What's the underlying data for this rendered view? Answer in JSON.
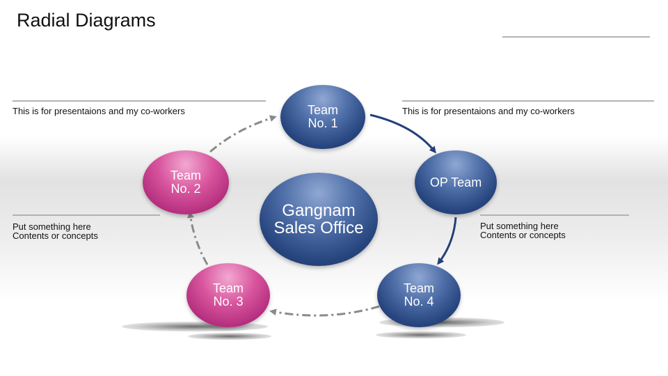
{
  "title": "Radial Diagrams",
  "notes": {
    "top_left": "This is for presentaions and my co-workers",
    "top_right": "This is for presentaions and my co-workers",
    "mid_left": [
      "Put something here",
      "Contents or concepts"
    ],
    "mid_right": [
      "Put something here",
      "Contents or concepts"
    ]
  },
  "nodes": {
    "center": "Gangnam\nSales Office",
    "team1": "Team\nNo. 1",
    "op_team": "OP Team",
    "team4": "Team\nNo. 4",
    "team3": "Team\nNo. 3",
    "team2": "Team\nNo. 2"
  },
  "colors": {
    "blue": "#2b4a85",
    "pink": "#c23a8a",
    "arrow_solid": "#24407a",
    "arrow_dashed": "#8a8a8a"
  }
}
